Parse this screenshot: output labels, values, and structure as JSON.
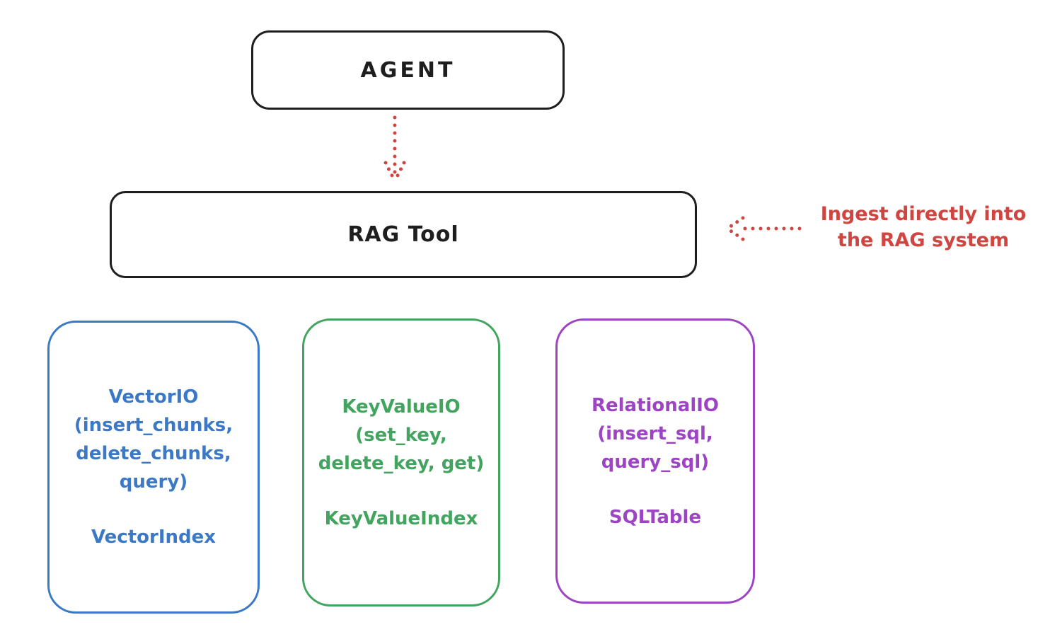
{
  "colors": {
    "background": "#ffffff",
    "black": "#1e1e1e",
    "red": "#cf4540",
    "blue": "#3b79c6",
    "green": "#43a45f",
    "purple": "#9c44c4"
  },
  "nodes": {
    "agent": {
      "label": "AGENT"
    },
    "rag_tool": {
      "label": "RAG Tool"
    }
  },
  "annotation": {
    "line1": "Ingest directly into",
    "line2": "the RAG system"
  },
  "arrows": {
    "agent_to_rag": {
      "name": "dotted-arrow-down-icon",
      "style": "dotted",
      "direction": "down",
      "color": "red"
    },
    "ingest_to_rag": {
      "name": "dotted-arrow-left-icon",
      "style": "dotted",
      "direction": "left",
      "color": "red"
    }
  },
  "backends": [
    {
      "id": "vector-io",
      "color": "blue",
      "lines": [
        "VectorIO",
        "(insert_chunks,",
        "delete_chunks,",
        "query)"
      ],
      "index_label": "VectorIndex"
    },
    {
      "id": "keyvalue-io",
      "color": "green",
      "lines": [
        "KeyValueIO",
        "(set_key,",
        "delete_key, get)"
      ],
      "index_label": "KeyValueIndex"
    },
    {
      "id": "relational-io",
      "color": "purple",
      "lines": [
        "RelationalIO",
        "(insert_sql,",
        "query_sql)"
      ],
      "index_label": "SQLTable"
    }
  ]
}
